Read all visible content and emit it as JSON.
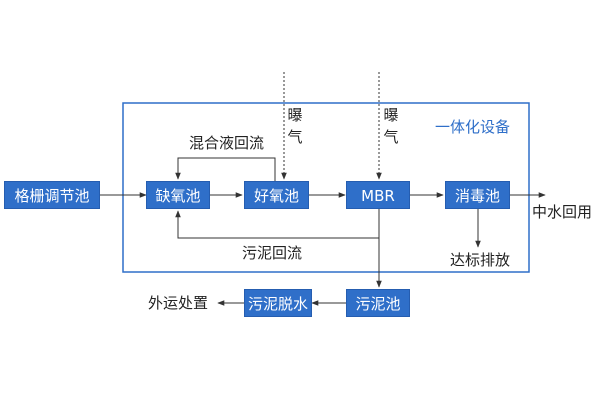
{
  "boxes": {
    "grille_tank": "格栅调节池",
    "anoxic_tank": "缺氧池",
    "aerobic_tank": "好氧池",
    "mbr": "MBR",
    "disinfection_tank": "消毒池",
    "sludge_tank": "污泥池",
    "sludge_dewatering": "污泥脱水"
  },
  "labels": {
    "mixed_liquor_return": "混合液回流",
    "sludge_return": "污泥回流",
    "aeration_1": "曝气",
    "aeration_2": "曝气",
    "integrated_equipment": "一体化设备",
    "reclaimed_water_reuse": "中水回用",
    "discharge_to_standard": "达标排放",
    "external_disposal": "外运处置"
  },
  "colors": {
    "box_fill": "#2f6fc9",
    "frame": "#2f6fc9",
    "line": "#333333"
  }
}
